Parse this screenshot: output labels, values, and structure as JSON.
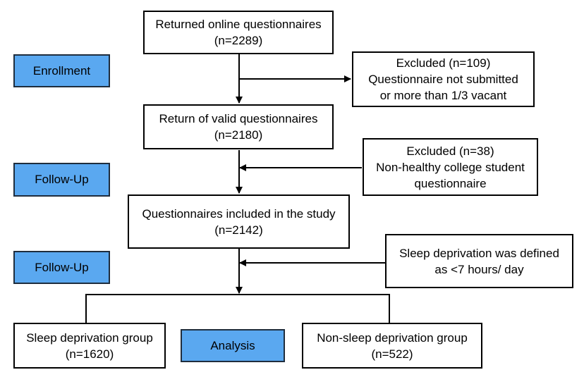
{
  "stages": {
    "enrollment": "Enrollment",
    "follow_up_1": "Follow-Up",
    "follow_up_2": "Follow-Up",
    "analysis": "Analysis"
  },
  "boxes": {
    "returned": {
      "line1": "Returned online questionnaires",
      "line2": "(n=2289)"
    },
    "excluded_1": {
      "line1": "Excluded (n=109)",
      "line2": "Questionnaire not submitted",
      "line3": "or more than 1/3 vacant"
    },
    "valid": {
      "line1": "Return of valid questionnaires",
      "line2": "(n=2180)"
    },
    "excluded_2": {
      "line1": "Excluded (n=38)",
      "line2": "Non-healthy college student",
      "line3": "questionnaire"
    },
    "included": {
      "line1": "Questionnaires included in the study",
      "line2": "(n=2142)"
    },
    "definition": {
      "line1": "Sleep deprivation was defined",
      "line2": "as <7 hours/ day"
    },
    "sleep_dep": {
      "line1": "Sleep deprivation group",
      "line2": "(n=1620)"
    },
    "non_sleep_dep": {
      "line1": "Non-sleep deprivation group",
      "line2": "(n=522)"
    }
  },
  "colors": {
    "stage_fill": "#5aa8f0",
    "stage_border": "#1f2d3d",
    "box_border": "#000000"
  }
}
